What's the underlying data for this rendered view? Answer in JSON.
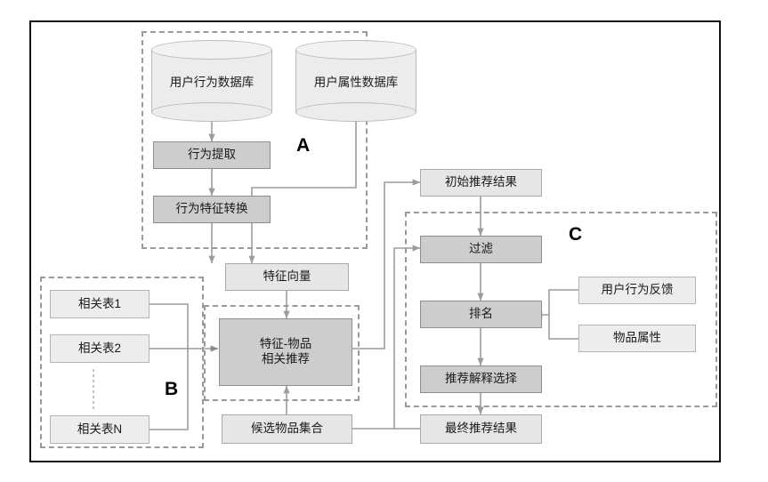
{
  "diagram": {
    "title_visible": false,
    "groups": [
      {
        "id": "A",
        "letter": "A"
      },
      {
        "id": "B",
        "letter": "B"
      },
      {
        "id": "C",
        "letter": "C"
      }
    ],
    "nodes": {
      "user_behavior_db": "用户行为数据库",
      "user_attr_db": "用户属性数据库",
      "behavior_extract": "行为提取",
      "behavior_feature_transform": "行为特征转换",
      "feature_vector": "特征向量",
      "feature_item_rec": "特征-物品\n相关推荐",
      "relation_table_1": "相关表1",
      "relation_table_2": "相关表2",
      "relation_table_n": "相关表N",
      "candidate_item_set": "候选物品集合",
      "initial_rec_result": "初始推荐结果",
      "filter": "过滤",
      "ranking": "排名",
      "rec_explain_select": "推荐解释选择",
      "final_rec_result": "最终推荐结果",
      "user_behavior_feedback": "用户行为反馈",
      "item_attribute": "物品属性"
    },
    "colors": {
      "frame_border": "#111111",
      "group_dashed": "#9a9a9a",
      "node_light_fill": "#e6e6e6",
      "node_dark_fill": "#cdcdcd",
      "node_border": "#a9a9a9",
      "cylinder_fill": "#ececec",
      "wire": "#9c9c9c",
      "page_background": "#ffffff"
    }
  }
}
